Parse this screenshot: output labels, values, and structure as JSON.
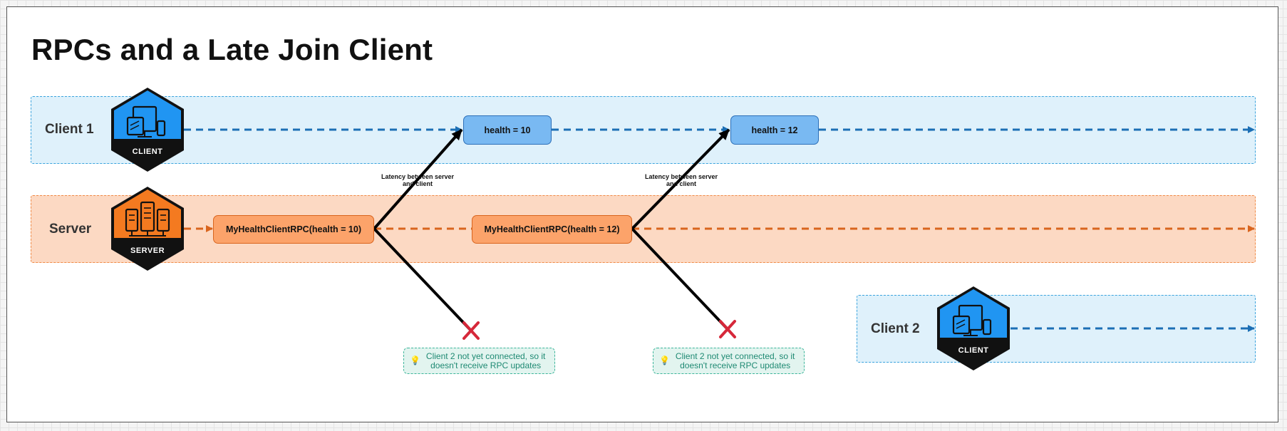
{
  "title": "RPCs and a Late Join Client",
  "lanes": {
    "client1": {
      "label": "Client 1",
      "icon_label": "CLIENT"
    },
    "server": {
      "label": "Server",
      "icon_label": "SERVER"
    },
    "client2": {
      "label": "Client 2",
      "icon_label": "CLIENT"
    }
  },
  "health_boxes": [
    "health = 10",
    "health = 12"
  ],
  "rpc_boxes": [
    "MyHealthClientRPC(health = 10)",
    "MyHealthClientRPC(health = 12)"
  ],
  "latency_labels": [
    "Latency between server and client",
    "Latency between server and client"
  ],
  "notes": [
    "Client 2 not yet connected, so it doesn't receive RPC updates",
    "Client 2 not yet connected, so it doesn't receive RPC updates"
  ],
  "note_icon": "lightbulb-icon",
  "icons": {
    "client": "client-devices-icon",
    "server": "server-rack-icon",
    "blocked": "x-mark-icon"
  },
  "colors": {
    "client_lane_bg": "#dff1fb",
    "client_lane_border": "#3aa3dd",
    "client_arrow": "#1c6fb5",
    "server_lane_bg": "#fcd9c3",
    "server_lane_border": "#f08a46",
    "server_arrow": "#d9651e",
    "health_box": "#79b9f2",
    "rpc_box": "#fca36a",
    "client_icon": "#2095f2",
    "server_icon": "#f47a20",
    "x_mark": "#d6283a",
    "note_bg": "#e2f4ef"
  }
}
